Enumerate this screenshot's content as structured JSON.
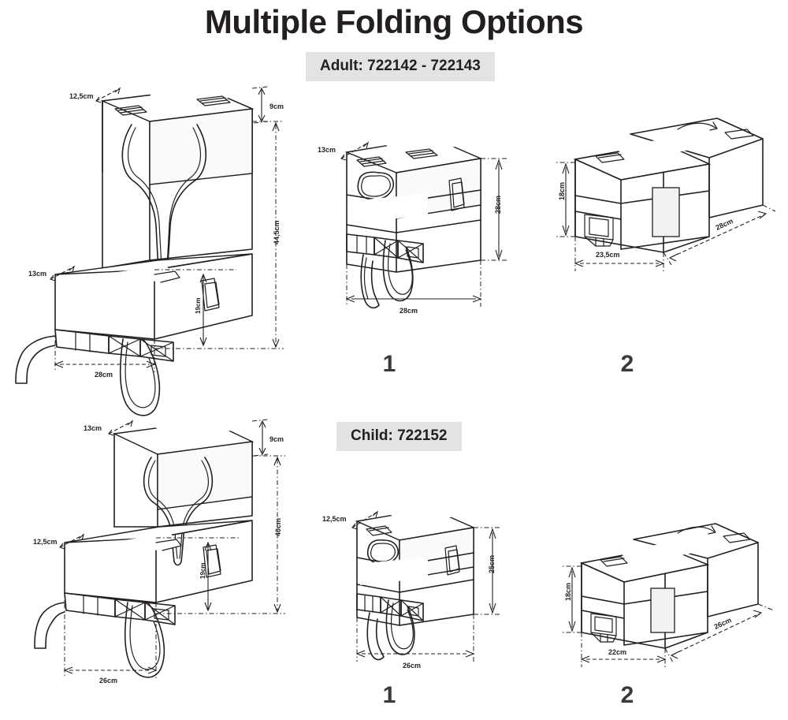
{
  "header": {
    "title": "Multiple Folding Options"
  },
  "sections": [
    {
      "id": "adult",
      "badge": "Adult: 722142 - 722143",
      "figures": [
        {
          "id": "adult-open",
          "step": "",
          "dims": [
            {
              "name": "depth-top",
              "value": "12,5cm"
            },
            {
              "name": "height-top",
              "value": "9cm"
            },
            {
              "name": "depth-bottom",
              "value": "13cm"
            },
            {
              "name": "height-total",
              "value": "44,5cm"
            },
            {
              "name": "height-base",
              "value": "19cm"
            },
            {
              "name": "width",
              "value": "28cm"
            }
          ]
        },
        {
          "id": "adult-fold-1",
          "step": "1",
          "dims": [
            {
              "name": "depth",
              "value": "13cm"
            },
            {
              "name": "height",
              "value": "28cm"
            },
            {
              "name": "width",
              "value": "28cm"
            }
          ]
        },
        {
          "id": "adult-fold-2",
          "step": "2",
          "dims": [
            {
              "name": "height",
              "value": "18cm"
            },
            {
              "name": "width",
              "value": "23,5cm"
            },
            {
              "name": "depth",
              "value": "28cm"
            }
          ]
        }
      ]
    },
    {
      "id": "child",
      "badge": "Child: 722152",
      "figures": [
        {
          "id": "child-open",
          "step": "",
          "dims": [
            {
              "name": "depth-top",
              "value": "13cm"
            },
            {
              "name": "height-top",
              "value": "9cm"
            },
            {
              "name": "depth-bottom",
              "value": "12,5cm"
            },
            {
              "name": "height-total",
              "value": "40cm"
            },
            {
              "name": "height-base",
              "value": "19cm"
            },
            {
              "name": "width",
              "value": "26cm"
            }
          ]
        },
        {
          "id": "child-fold-1",
          "step": "1",
          "dims": [
            {
              "name": "depth",
              "value": "12,5cm"
            },
            {
              "name": "height",
              "value": "25cm"
            },
            {
              "name": "width",
              "value": "26cm"
            }
          ]
        },
        {
          "id": "child-fold-2",
          "step": "2",
          "dims": [
            {
              "name": "height",
              "value": "18cm"
            },
            {
              "name": "width",
              "value": "22cm"
            },
            {
              "name": "depth",
              "value": "26cm"
            }
          ]
        }
      ]
    }
  ],
  "colors": {
    "ink": "#231f20",
    "badge_bg": "#e3e3e3",
    "step_ink": "#3a3a3a",
    "panel_light": "#f2f2f2",
    "page_bg": "#ffffff"
  }
}
